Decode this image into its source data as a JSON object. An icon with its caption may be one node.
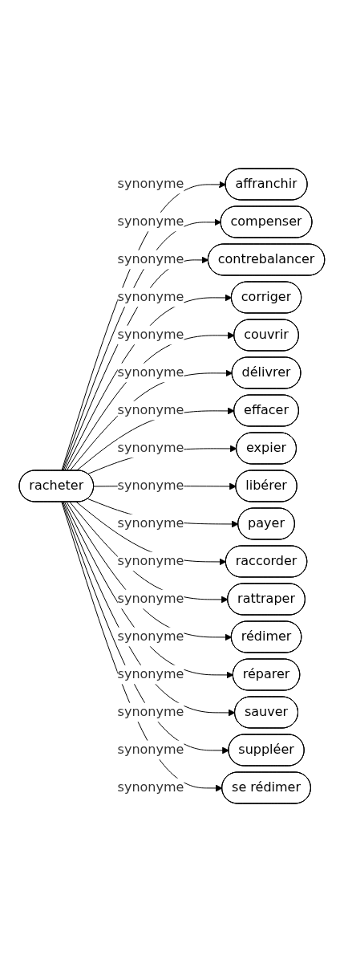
{
  "diagram": {
    "nodes": [
      {
        "text": [
          "racheter"
        ]
      },
      {
        "text": [
          "affranchir"
        ]
      },
      {
        "text": [
          "compenser"
        ]
      },
      {
        "text": [
          "contrebalancer"
        ]
      },
      {
        "text": [
          "corriger"
        ]
      },
      {
        "text": [
          "couvrir"
        ]
      },
      {
        "text": [
          "délivrer"
        ]
      },
      {
        "text": [
          "effacer"
        ]
      },
      {
        "text": [
          "expier"
        ]
      },
      {
        "text": [
          "libérer"
        ]
      },
      {
        "text": [
          "payer"
        ]
      },
      {
        "text": [
          "raccorder"
        ]
      },
      {
        "text": [
          "rattraper"
        ]
      },
      {
        "text": [
          "rédimer"
        ]
      },
      {
        "text": [
          "réparer"
        ]
      },
      {
        "text": [
          "sauver"
        ]
      },
      {
        "text": [
          "suppléer"
        ]
      },
      {
        "text": [
          "se rédimer"
        ]
      }
    ],
    "edges": [
      {
        "from": 0,
        "to": 1,
        "arrow": "to",
        "label": "synonyme"
      },
      {
        "from": 0,
        "to": 2,
        "arrow": "to",
        "label": "synonyme"
      },
      {
        "from": 0,
        "to": 3,
        "arrow": "to",
        "label": "synonyme"
      },
      {
        "from": 0,
        "to": 4,
        "arrow": "to",
        "label": "synonyme"
      },
      {
        "from": 0,
        "to": 5,
        "arrow": "to",
        "label": "synonyme"
      },
      {
        "from": 0,
        "to": 6,
        "arrow": "to",
        "label": "synonyme"
      },
      {
        "from": 0,
        "to": 7,
        "arrow": "to",
        "label": "synonyme"
      },
      {
        "from": 0,
        "to": 8,
        "arrow": "to",
        "label": "synonyme"
      },
      {
        "from": 0,
        "to": 9,
        "arrow": "to",
        "label": "synonyme"
      },
      {
        "from": 0,
        "to": 10,
        "arrow": "to",
        "label": "synonyme"
      },
      {
        "from": 0,
        "to": 11,
        "arrow": "to",
        "label": "synonyme"
      },
      {
        "from": 0,
        "to": 12,
        "arrow": "to",
        "label": "synonyme"
      },
      {
        "from": 0,
        "to": 13,
        "arrow": "to",
        "label": "synonyme"
      },
      {
        "from": 0,
        "to": 14,
        "arrow": "to",
        "label": "synonyme"
      },
      {
        "from": 0,
        "to": 15,
        "arrow": "to",
        "label": "synonyme"
      },
      {
        "from": 0,
        "to": 16,
        "arrow": "to",
        "label": "synonyme"
      },
      {
        "from": 0,
        "to": 17,
        "arrow": "to",
        "label": "synonyme"
      }
    ]
  }
}
